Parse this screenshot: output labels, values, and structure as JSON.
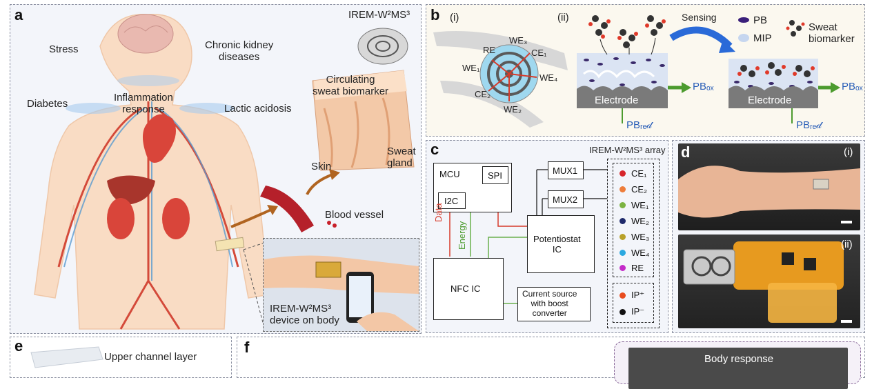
{
  "panel_a": {
    "label": "a",
    "stress": "Stress",
    "ckd": "Chronic kidney\ndiseases",
    "diabetes": "Diabetes",
    "inflammation": "Inflammation\nresponse",
    "lactic": "Lactic acidosis",
    "device_top": "IREM-W²MS³",
    "circulating": "Circulating\nsweat biomarker",
    "skin": "Skin",
    "sweat_gland": "Sweat\ngland",
    "blood_vessel": "Blood vessel",
    "device_body": "IREM-W²MS³\ndevice on body"
  },
  "panel_b": {
    "label": "b",
    "sub_i": "(i)",
    "sub_ii": "(ii)",
    "electrodes": [
      "WE₃",
      "RE",
      "CE₁",
      "WE₁",
      "WE₄",
      "CE₂",
      "WE₂"
    ],
    "sensing": "Sensing",
    "legend_pb": "PB",
    "legend_mip": "MIP",
    "legend_biomarker": "Sweat\nbiomarker",
    "electrode": "Electrode",
    "pb_ox": "PBₒₓ",
    "pb_red": "PBᵣₑ𝒹"
  },
  "panel_c": {
    "label": "c",
    "array_title": "IREM-W²MS³ array",
    "mcu": "MCU",
    "spi": "SPI",
    "i2c": "I2C",
    "mux1": "MUX1",
    "mux2": "MUX2",
    "potentiostat": "Potentiostat\nIC",
    "nfc": "NFC IC",
    "current_source": "Current source\nwith boost\nconverter",
    "data": "Data",
    "energy": "Energy",
    "array": [
      {
        "name": "CE₁",
        "color": "#d7262b"
      },
      {
        "name": "CE₂",
        "color": "#ee7d3a"
      },
      {
        "name": "WE₁",
        "color": "#7cb342"
      },
      {
        "name": "WE₂",
        "color": "#1f2a6b"
      },
      {
        "name": "WE₃",
        "color": "#b8a12a"
      },
      {
        "name": "WE₄",
        "color": "#2aa8e0"
      },
      {
        "name": "RE",
        "color": "#c42bc9"
      }
    ],
    "ip": [
      {
        "name": "IP⁺",
        "color": "#e84c1f"
      },
      {
        "name": "IP⁻",
        "color": "#111111"
      }
    ]
  },
  "panel_d": {
    "label": "d",
    "sub_i": "(i)",
    "sub_ii": "(ii)"
  },
  "panel_e": {
    "label": "e",
    "upper": "Upper channel layer"
  },
  "panel_f": {
    "label": "f",
    "body_response": "Body response"
  }
}
